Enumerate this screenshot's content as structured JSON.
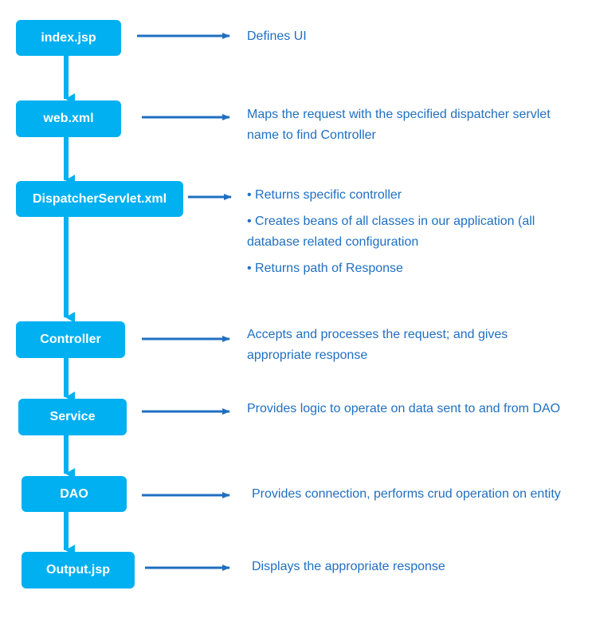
{
  "colors": {
    "box": "#00b0f0",
    "box_text": "#ffffff",
    "arrow_right": "#1f6fc1",
    "arrow_down": "#00b0f0",
    "desc_text": "#1f6fc1"
  },
  "steps": [
    {
      "label": "index.jsp",
      "description": "Defines UI"
    },
    {
      "label": "web.xml",
      "description": "Maps the request with the specified dispatcher servlet name to find Controller"
    },
    {
      "label": "DispatcherServlet.xml",
      "bullets": [
        "• Returns specific controller",
        "• Creates beans of all classes in our application (all database related configuration",
        "• Returns path of Response"
      ]
    },
    {
      "label": "Controller",
      "description": "Accepts and processes the request; and gives appropriate response"
    },
    {
      "label": "Service",
      "description": "Provides logic to operate on data sent to and from DAO"
    },
    {
      "label": "DAO",
      "description": "Provides connection, performs crud operation on entity"
    },
    {
      "label": "Output.jsp",
      "description": "Displays the appropriate response"
    }
  ]
}
